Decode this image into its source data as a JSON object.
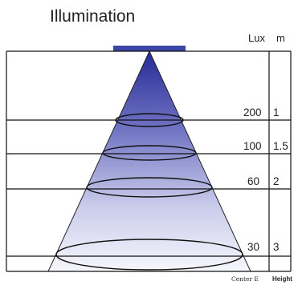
{
  "title": "Illumination",
  "header": {
    "lux_label": "Lux",
    "height_label": "m"
  },
  "rows": [
    {
      "lux": "200",
      "height": "1"
    },
    {
      "lux": "100",
      "height": "1.5"
    },
    {
      "lux": "60",
      "height": "2"
    },
    {
      "lux": "30",
      "height": "3"
    }
  ],
  "footer": {
    "center_label": "Center E",
    "height_label": "Height"
  },
  "colors": {
    "lamp": "#3b46a6",
    "cone_top": "#2c2f9c",
    "cone_bottom": "#ffffff",
    "lines": "#111111"
  }
}
